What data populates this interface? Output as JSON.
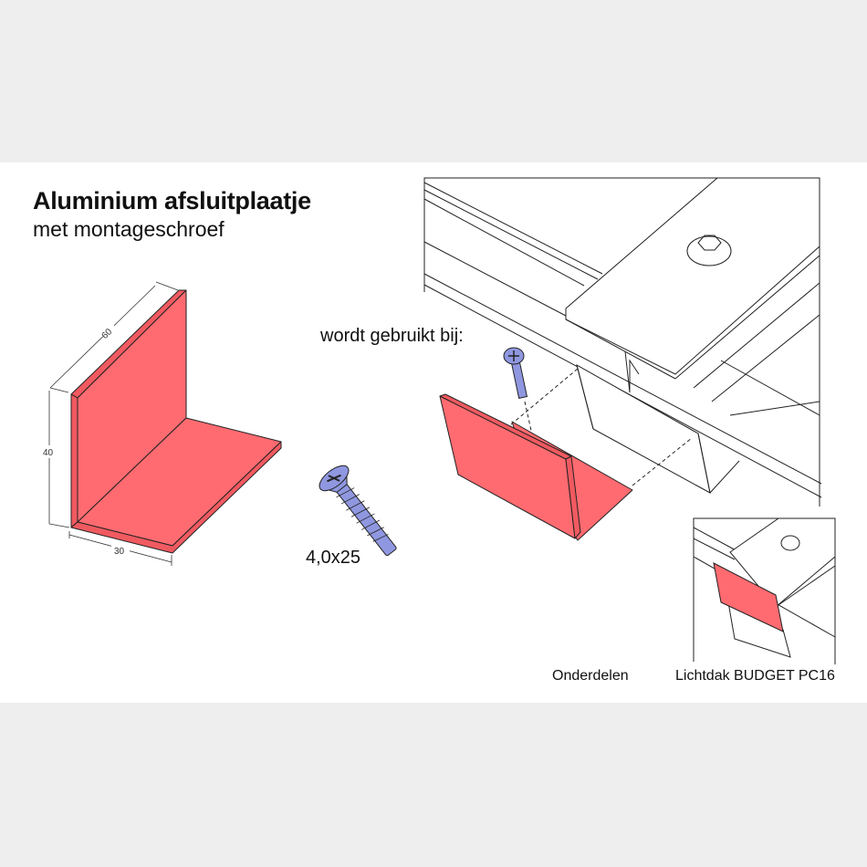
{
  "title": "Aluminium afsluitplaatje",
  "subtitle": "met montageschroef",
  "bracket": {
    "dim_length": "60",
    "dim_height": "40",
    "dim_width": "30"
  },
  "screw": {
    "label": "4,0x25"
  },
  "usage_label": "wordt gebruikt bij:",
  "captions": {
    "parts": "Onderdelen",
    "product": "Lichtdak BUDGET PC16"
  },
  "colors": {
    "plate": "#ff6b70",
    "screw": "#8f97e0",
    "background": "#eeeeee"
  }
}
